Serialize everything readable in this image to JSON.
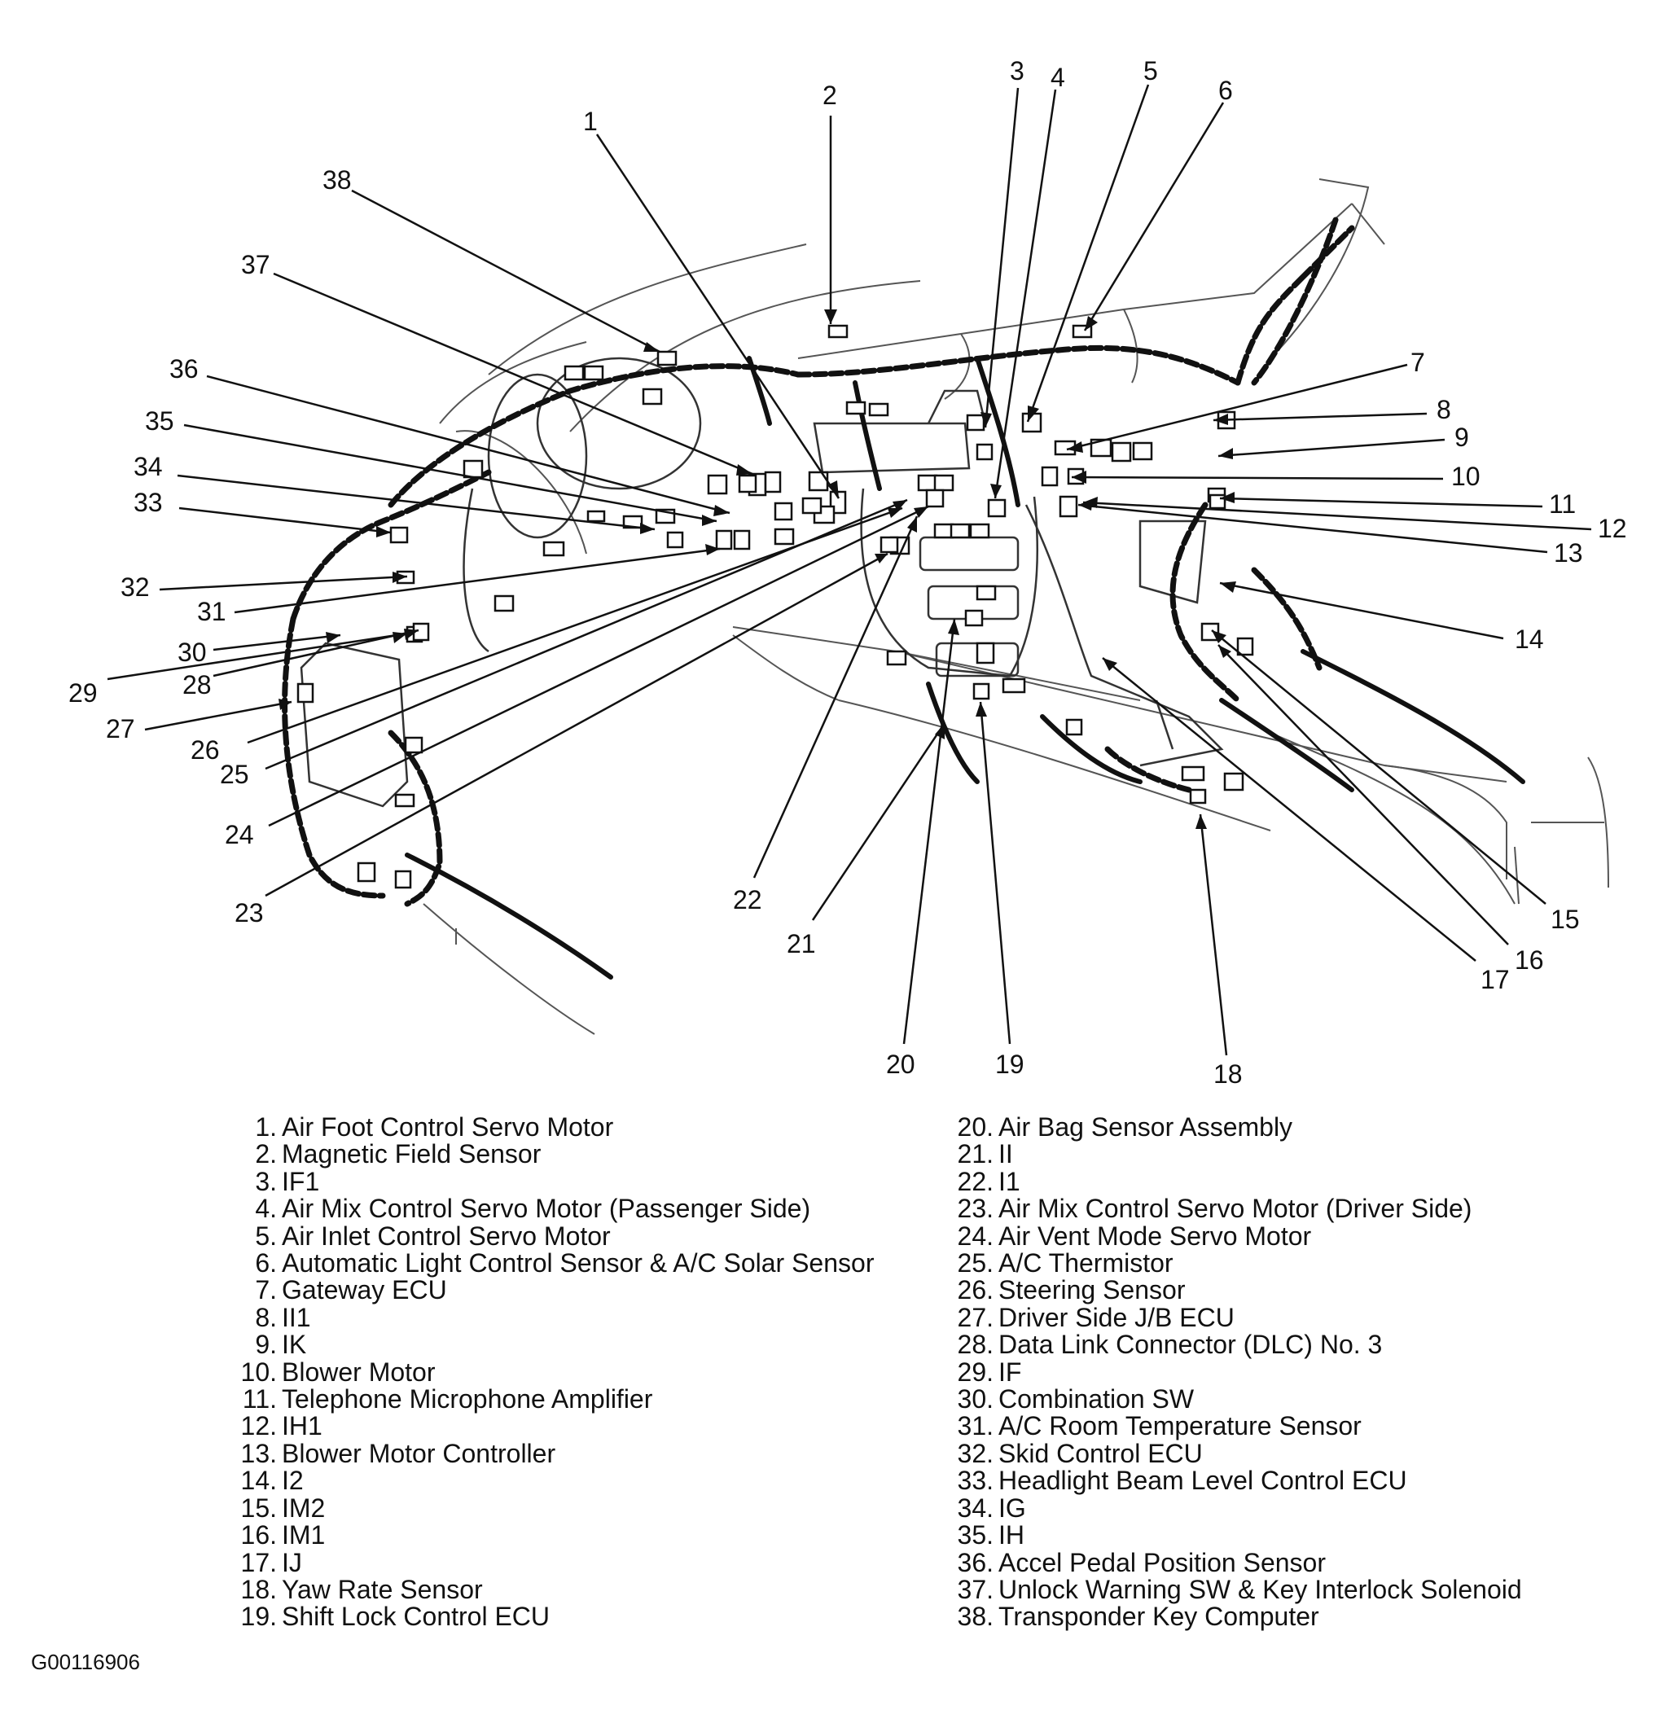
{
  "figure_id": "G00116906",
  "callouts": [
    {
      "n": "1"
    },
    {
      "n": "2"
    },
    {
      "n": "3"
    },
    {
      "n": "4"
    },
    {
      "n": "5"
    },
    {
      "n": "6"
    },
    {
      "n": "7"
    },
    {
      "n": "8"
    },
    {
      "n": "9"
    },
    {
      "n": "10"
    },
    {
      "n": "11"
    },
    {
      "n": "12"
    },
    {
      "n": "13"
    },
    {
      "n": "14"
    },
    {
      "n": "15"
    },
    {
      "n": "16"
    },
    {
      "n": "17"
    },
    {
      "n": "18"
    },
    {
      "n": "19"
    },
    {
      "n": "20"
    },
    {
      "n": "21"
    },
    {
      "n": "22"
    },
    {
      "n": "23"
    },
    {
      "n": "24"
    },
    {
      "n": "25"
    },
    {
      "n": "26"
    },
    {
      "n": "27"
    },
    {
      "n": "28"
    },
    {
      "n": "29"
    },
    {
      "n": "30"
    },
    {
      "n": "31"
    },
    {
      "n": "32"
    },
    {
      "n": "33"
    },
    {
      "n": "34"
    },
    {
      "n": "35"
    },
    {
      "n": "36"
    },
    {
      "n": "37"
    },
    {
      "n": "38"
    }
  ],
  "legend_left": [
    {
      "num": "1.",
      "label": "Air Foot Control Servo Motor"
    },
    {
      "num": "2.",
      "label": "Magnetic Field Sensor"
    },
    {
      "num": "3.",
      "label": "IF1"
    },
    {
      "num": "4.",
      "label": "Air Mix Control Servo Motor (Passenger Side)"
    },
    {
      "num": "5.",
      "label": "Air Inlet Control Servo Motor"
    },
    {
      "num": "6.",
      "label": "Automatic Light Control Sensor & A/C Solar Sensor"
    },
    {
      "num": "7.",
      "label": "Gateway ECU"
    },
    {
      "num": "8.",
      "label": "II1"
    },
    {
      "num": "9.",
      "label": "IK"
    },
    {
      "num": "10.",
      "label": "Blower Motor"
    },
    {
      "num": "11.",
      "label": "Telephone Microphone Amplifier"
    },
    {
      "num": "12.",
      "label": "IH1"
    },
    {
      "num": "13.",
      "label": "Blower Motor Controller"
    },
    {
      "num": "14.",
      "label": "I2"
    },
    {
      "num": "15.",
      "label": "IM2"
    },
    {
      "num": "16.",
      "label": "IM1"
    },
    {
      "num": "17.",
      "label": "IJ"
    },
    {
      "num": "18.",
      "label": "Yaw Rate Sensor"
    },
    {
      "num": "19.",
      "label": "Shift Lock Control ECU"
    }
  ],
  "legend_right": [
    {
      "num": "20.",
      "label": "Air Bag Sensor Assembly"
    },
    {
      "num": "21.",
      "label": "II"
    },
    {
      "num": "22.",
      "label": "I1"
    },
    {
      "num": "23.",
      "label": "Air Mix Control Servo Motor (Driver Side)"
    },
    {
      "num": "24.",
      "label": "Air Vent Mode Servo Motor"
    },
    {
      "num": "25.",
      "label": "A/C Thermistor"
    },
    {
      "num": "26.",
      "label": "Steering Sensor"
    },
    {
      "num": "27.",
      "label": "Driver Side J/B ECU"
    },
    {
      "num": "28.",
      "label": "Data Link Connector (DLC) No. 3"
    },
    {
      "num": "29.",
      "label": "IF"
    },
    {
      "num": "30.",
      "label": "Combination SW"
    },
    {
      "num": "31.",
      "label": "A/C Room Temperature Sensor"
    },
    {
      "num": "32.",
      "label": "Skid Control ECU"
    },
    {
      "num": "33.",
      "label": "Headlight Beam Level Control ECU"
    },
    {
      "num": "34.",
      "label": "IG"
    },
    {
      "num": "35.",
      "label": "IH"
    },
    {
      "num": "36.",
      "label": "Accel Pedal Position Sensor"
    },
    {
      "num": "37.",
      "label": "Unlock Warning SW & Key Interlock Solenoid"
    },
    {
      "num": "38.",
      "label": "Transponder Key Computer"
    }
  ]
}
